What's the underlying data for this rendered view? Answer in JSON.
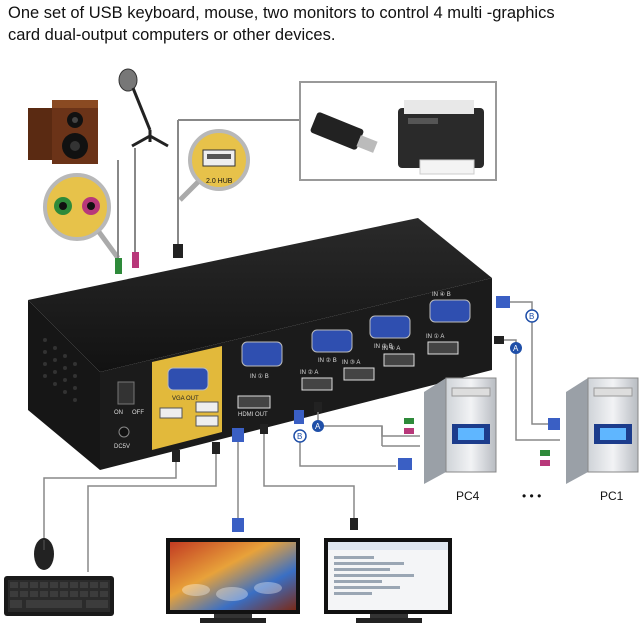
{
  "caption": {
    "line1": "One set of USB keyboard, mouse, two monitors to control 4 multi -graphics",
    "line2": "card dual-output computers or other devices."
  },
  "device": {
    "vga_out": "VGA OUT",
    "hdmi_out": "HDMI OUT",
    "power_on": "ON",
    "power_off": "OFF",
    "dc_in": "DC5V",
    "usb_hub": "2.0 HUB",
    "in1_b": "IN ① B",
    "in2_a": "IN ② A",
    "in2_b": "IN ② B",
    "in3_a": "IN ③ A",
    "in3_b": "IN ③ B",
    "in4_a": "IN ④ A",
    "in4_b": "IN ④ B",
    "in1_a": "IN ① A"
  },
  "markers": {
    "a": "A",
    "b": "B"
  },
  "pcs": {
    "pc4": "PC4",
    "pc1": "PC1",
    "ellipsis": "• • •"
  },
  "colors": {
    "case": "#1b1b1b",
    "gold_panel": "#e2b93b",
    "vga_blue": "#2f4fb0",
    "marker": "#1f4fa8"
  },
  "icons": [
    "speaker-icon",
    "microphone-icon",
    "audio-jack-icon",
    "usb-hub-icon",
    "usb-drive-icon",
    "printer-icon",
    "mouse-icon",
    "keyboard-icon",
    "monitor-icon",
    "pc-tower-icon"
  ]
}
